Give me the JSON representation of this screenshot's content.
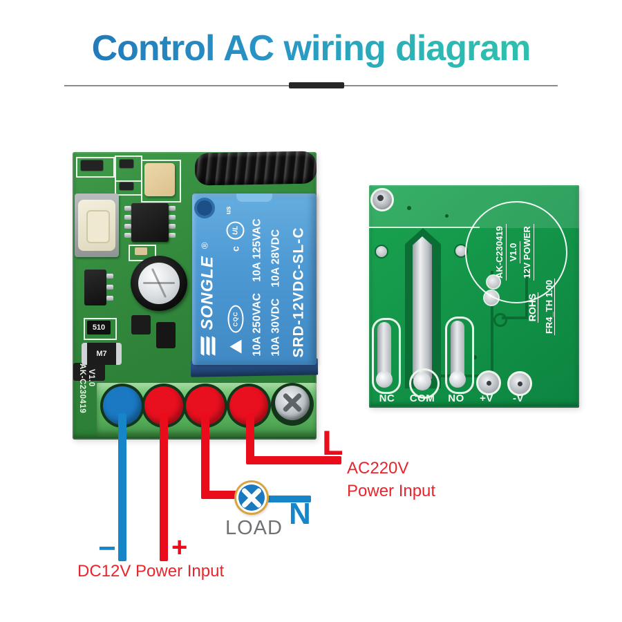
{
  "title": {
    "text": "Control AC wiring diagram"
  },
  "left_board": {
    "board_id": "AK-C230419",
    "board_version": "V1.0",
    "resistor_label": "510",
    "diode_label": "M7",
    "relay": {
      "brand": "SONGLE",
      "reg_mark": "®",
      "cqc": "CQC",
      "ul_left": "c",
      "ul_mark": "UL",
      "ul_right": "us",
      "rating_ac": "10A 250VAC",
      "rating_ac2": "10A 125VAC",
      "rating_dc": "10A 30VDC",
      "rating_dc2": "10A 28VDC",
      "model": "SRD-12VDC-SL-C"
    }
  },
  "right_board": {
    "labels": [
      "NC",
      "COM",
      "NO",
      "+V",
      "-V"
    ],
    "circle_lines": [
      "AK-C230419",
      "V1.0",
      "12V POWER"
    ],
    "rohs": "ROHS",
    "material": "FR4_TH 1.00"
  },
  "wiring": {
    "live_label": "L",
    "neutral_label": "N",
    "load_label": "LOAD",
    "ac_label_line1": "AC220V",
    "ac_label_line2": "Power Input",
    "dc_label": "DC12V Power Input",
    "plus_label": "+",
    "minus_label": "−",
    "colors": {
      "live_wire": "#ea0c1a",
      "neutral_wire": "#1686c8",
      "lamp_ring": "#d9a43c"
    }
  }
}
